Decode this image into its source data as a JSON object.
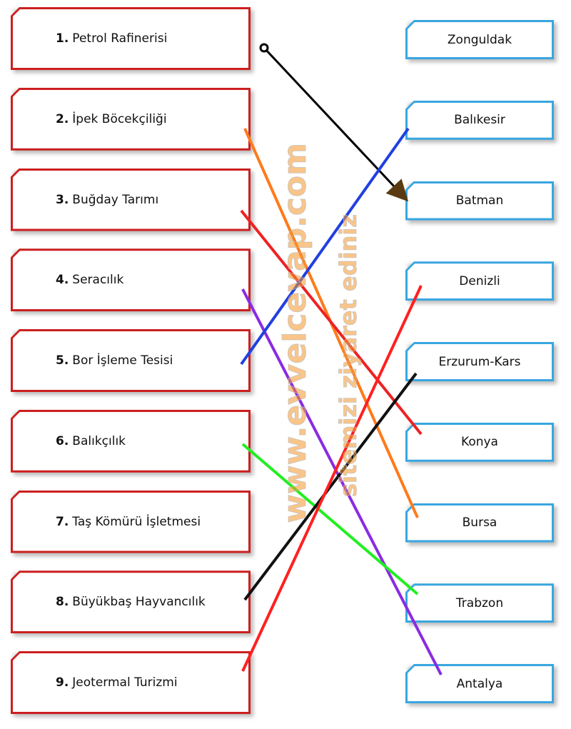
{
  "left_items": [
    {
      "num": "1.",
      "label": "Petrol Rafinerisi"
    },
    {
      "num": "2.",
      "label": "İpek Böcekçiliği"
    },
    {
      "num": "3.",
      "label": "Buğday Tarımı"
    },
    {
      "num": "4.",
      "label": "Seracılık"
    },
    {
      "num": "5.",
      "label": "Bor İşleme Tesisi"
    },
    {
      "num": "6.",
      "label": "Balıkçılık"
    },
    {
      "num": "7.",
      "label": "Taş Kömürü İşletmesi"
    },
    {
      "num": "8.",
      "label": "Büyükbaş Hayvancılık"
    },
    {
      "num": "9.",
      "label": "Jeotermal Turizmi"
    }
  ],
  "right_items": [
    "Zonguldak",
    "Balıkesir",
    "Batman",
    "Denizli",
    "Erzurum-Kars",
    "Konya",
    "Bursa",
    "Trabzon",
    "Antalya"
  ],
  "connections": [
    {
      "from": 1,
      "to": 3,
      "color": "#000000",
      "style": "example-arrow"
    },
    {
      "from": 2,
      "to": 7,
      "color": "#ff7a1a"
    },
    {
      "from": 3,
      "to": 6,
      "color": "#ee2222"
    },
    {
      "from": 4,
      "to": 9,
      "color": "#8a2be2"
    },
    {
      "from": 5,
      "to": 2,
      "color": "#2040e0"
    },
    {
      "from": 6,
      "to": 8,
      "color": "#22ee22"
    },
    {
      "from": 8,
      "to": 5,
      "color": "#111111"
    },
    {
      "from": 9,
      "to": 4,
      "color": "#ff2020"
    }
  ],
  "watermark": {
    "line1": "www.evvelcevap.com",
    "line2": "sitemizi ziyaret ediniz"
  }
}
